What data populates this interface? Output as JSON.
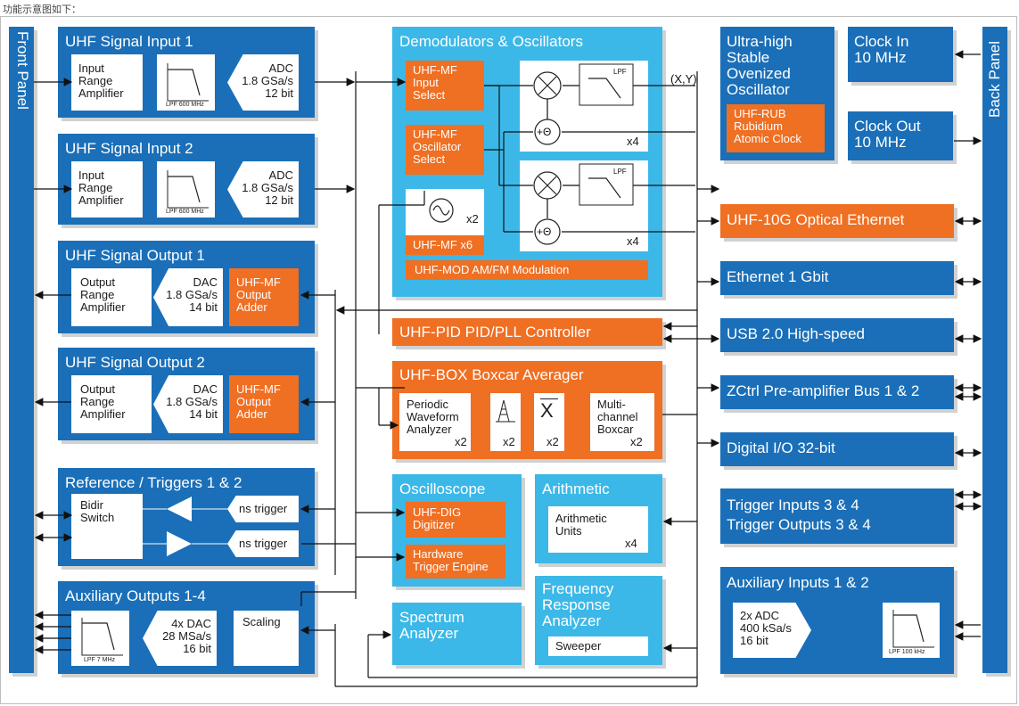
{
  "top_note": "功能示意图如下：",
  "front_panel": "Front Panel",
  "back_panel": "Back Panel",
  "signal_input_1": {
    "title": "UHF Signal Input 1",
    "amp": "Input\nRange\nAmplifier",
    "lpf": "LPF 600 MHz",
    "adc": "ADC\n1.8 GSa/s\n12 bit"
  },
  "signal_input_2": {
    "title": "UHF Signal Input 2",
    "amp": "Input\nRange\nAmplifier",
    "lpf": "LPF 600 MHz",
    "adc": "ADC\n1.8 GSa/s\n12 bit"
  },
  "signal_output_1": {
    "title": "UHF Signal Output 1",
    "amp": "Output\nRange\nAmplifier",
    "dac": "DAC\n1.8 GSa/s\n14 bit",
    "adder": "UHF-MF\nOutput\nAdder"
  },
  "signal_output_2": {
    "title": "UHF Signal Output 2",
    "amp": "Output\nRange\nAmplifier",
    "dac": "DAC\n1.8 GSa/s\n14 bit",
    "adder": "UHF-MF\nOutput\nAdder"
  },
  "reference": {
    "title": "Reference / Triggers 1 & 2",
    "switch": "Bidir\nSwitch",
    "trig1": "ns trigger",
    "trig2": "ns trigger"
  },
  "aux_outputs": {
    "title": "Auxiliary Outputs 1-4",
    "lpf": "LPF 7 MHz",
    "dac": "4x DAC\n28 MSa/s\n16 bit",
    "scaling": "Scaling"
  },
  "demod": {
    "title": "Demodulators & Oscillators",
    "input_select": "UHF-MF\nInput\nSelect",
    "osc_select": "UHF-MF\nOscillator\nSelect",
    "osc_x2": "x2",
    "mf_x6": "UHF-MF x6",
    "lpf": "LPF",
    "x4_a": "x4",
    "x4_b": "x4",
    "theta": "+Θ",
    "mod": "UHF-MOD AM/FM Modulation",
    "xy": "(X,Y)"
  },
  "pid": "UHF-PID PID/PLL Controller",
  "boxcar": {
    "title": "UHF-BOX Boxcar Averager",
    "pwa": "Periodic\nWaveform\nAnalyzer",
    "x2a": "x2",
    "x2b": "x2",
    "x2c": "x2",
    "x2d": "x2",
    "xbar": "X",
    "mcb": "Multi-\nchannel\nBoxcar"
  },
  "scope": {
    "title": "Oscilloscope",
    "dig": "UHF-DIG\nDigitizer",
    "hte": "Hardware\nTrigger Engine"
  },
  "arith": {
    "title": "Arithmetic",
    "units": "Arithmetic\nUnits",
    "x4": "x4"
  },
  "spectrum": "Spectrum\nAnalyzer",
  "fra": {
    "title": "Frequency\nResponse\nAnalyzer",
    "sweeper": "Sweeper"
  },
  "ultra_osc": {
    "title": "Ultra-high\nStable\nOvenized\nOscillator",
    "rub": "UHF-RUB\nRubidium\nAtomic Clock"
  },
  "clock_in": "Clock In\n10 MHz",
  "clock_out": "Clock Out\n10 MHz",
  "optical": "UHF-10G Optical Ethernet",
  "ethernet": "Ethernet 1 Gbit",
  "usb": "USB 2.0 High-speed",
  "zctrl": "ZCtrl Pre-amplifier Bus 1 & 2",
  "dio": "Digital I/O 32-bit",
  "trig34": "Trigger Inputs 3 & 4\nTrigger Outputs 3 & 4",
  "aux_inputs": {
    "title": "Auxiliary Inputs 1 & 2",
    "adc": "2x ADC\n400 kSa/s\n16 bit",
    "lpf": "LPF 100 kHz"
  },
  "colors": {
    "dark_blue": "#1a6fb8",
    "light_blue": "#3bb8e8",
    "orange": "#ef6f23"
  }
}
